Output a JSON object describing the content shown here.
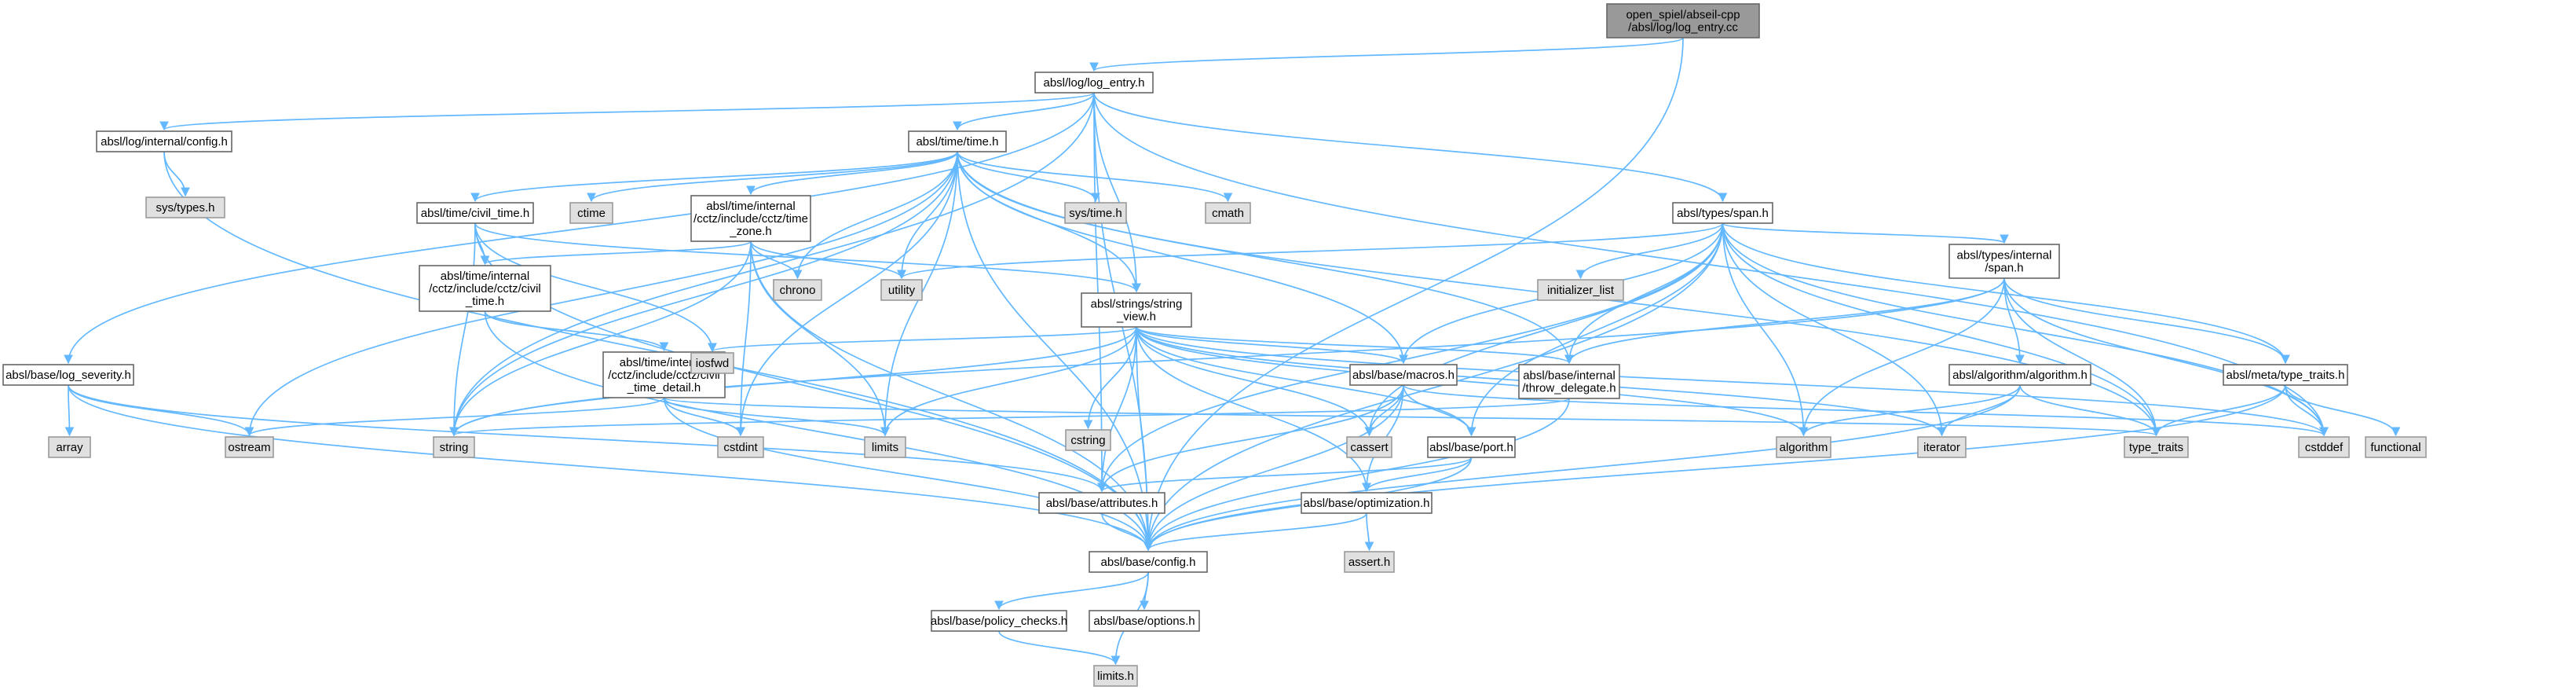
{
  "colors": {
    "edge": "#63b8ff",
    "node_fill": "#ffffff",
    "node_stroke": "#666666",
    "external_fill": "#e0e0e0",
    "external_stroke": "#999999",
    "root_fill": "#999999",
    "root_stroke": "#666666"
  },
  "nodes": [
    {
      "id": "root",
      "lines": [
        "open_spiel/abseil-cpp",
        "/absl/log/log_entry.cc"
      ],
      "kind": "root"
    },
    {
      "id": "log_entry",
      "lines": [
        "absl/log/log_entry.h"
      ],
      "kind": "file"
    },
    {
      "id": "config_internal",
      "lines": [
        "absl/log/internal/config.h"
      ],
      "kind": "file"
    },
    {
      "id": "time_h",
      "lines": [
        "absl/time/time.h"
      ],
      "kind": "file"
    },
    {
      "id": "span",
      "lines": [
        "absl/types/span.h"
      ],
      "kind": "file"
    },
    {
      "id": "sys_types",
      "lines": [
        "sys/types.h"
      ],
      "kind": "external"
    },
    {
      "id": "civil_time",
      "lines": [
        "absl/time/civil_time.h"
      ],
      "kind": "file"
    },
    {
      "id": "ctime",
      "lines": [
        "ctime"
      ],
      "kind": "external"
    },
    {
      "id": "time_zone",
      "lines": [
        "absl/time/internal",
        "/cctz/include/cctz/time",
        "_zone.h"
      ],
      "kind": "file"
    },
    {
      "id": "sys_time",
      "lines": [
        "sys/time.h"
      ],
      "kind": "external"
    },
    {
      "id": "cmath",
      "lines": [
        "cmath"
      ],
      "kind": "external"
    },
    {
      "id": "chrono",
      "lines": [
        "chrono"
      ],
      "kind": "external"
    },
    {
      "id": "utility",
      "lines": [
        "utility"
      ],
      "kind": "external"
    },
    {
      "id": "initializer_list",
      "lines": [
        "initializer_list"
      ],
      "kind": "external"
    },
    {
      "id": "cctz_civil_time",
      "lines": [
        "absl/time/internal",
        "/cctz/include/cctz/civil",
        "_time.h"
      ],
      "kind": "file"
    },
    {
      "id": "string_view",
      "lines": [
        "absl/strings/string",
        "_view.h"
      ],
      "kind": "file"
    },
    {
      "id": "types_internal_span",
      "lines": [
        "absl/types/internal",
        "/span.h"
      ],
      "kind": "file"
    },
    {
      "id": "civil_time_detail",
      "lines": [
        "absl/time/internal",
        "/cctz/include/cctz/civil",
        "_time_detail.h"
      ],
      "kind": "file"
    },
    {
      "id": "iosfwd",
      "lines": [
        "iosfwd"
      ],
      "kind": "external"
    },
    {
      "id": "log_severity",
      "lines": [
        "absl/base/log_severity.h"
      ],
      "kind": "file"
    },
    {
      "id": "cstring",
      "lines": [
        "cstring"
      ],
      "kind": "external"
    },
    {
      "id": "macros",
      "lines": [
        "absl/base/macros.h"
      ],
      "kind": "file"
    },
    {
      "id": "throw_delegate",
      "lines": [
        "absl/base/internal",
        "/throw_delegate.h"
      ],
      "kind": "file"
    },
    {
      "id": "algorithm_h",
      "lines": [
        "absl/algorithm/algorithm.h"
      ],
      "kind": "file"
    },
    {
      "id": "type_traits_h",
      "lines": [
        "absl/meta/type_traits.h"
      ],
      "kind": "file"
    },
    {
      "id": "array",
      "lines": [
        "array"
      ],
      "kind": "external"
    },
    {
      "id": "ostream",
      "lines": [
        "ostream"
      ],
      "kind": "external"
    },
    {
      "id": "string",
      "lines": [
        "string"
      ],
      "kind": "external"
    },
    {
      "id": "cstdint",
      "lines": [
        "cstdint"
      ],
      "kind": "external"
    },
    {
      "id": "limits",
      "lines": [
        "limits"
      ],
      "kind": "external"
    },
    {
      "id": "cassert",
      "lines": [
        "cassert"
      ],
      "kind": "external"
    },
    {
      "id": "port",
      "lines": [
        "absl/base/port.h"
      ],
      "kind": "file"
    },
    {
      "id": "algorithm",
      "lines": [
        "algorithm"
      ],
      "kind": "external"
    },
    {
      "id": "iterator",
      "lines": [
        "iterator"
      ],
      "kind": "external"
    },
    {
      "id": "type_traits",
      "lines": [
        "type_traits"
      ],
      "kind": "external"
    },
    {
      "id": "cstddef",
      "lines": [
        "cstddef"
      ],
      "kind": "external"
    },
    {
      "id": "functional",
      "lines": [
        "functional"
      ],
      "kind": "external"
    },
    {
      "id": "attributes",
      "lines": [
        "absl/base/attributes.h"
      ],
      "kind": "file"
    },
    {
      "id": "optimization",
      "lines": [
        "absl/base/optimization.h"
      ],
      "kind": "file"
    },
    {
      "id": "config",
      "lines": [
        "absl/base/config.h"
      ],
      "kind": "file"
    },
    {
      "id": "assert_h",
      "lines": [
        "assert.h"
      ],
      "kind": "external"
    },
    {
      "id": "policy_checks",
      "lines": [
        "absl/base/policy_checks.h"
      ],
      "kind": "file"
    },
    {
      "id": "options",
      "lines": [
        "absl/base/options.h"
      ],
      "kind": "file"
    },
    {
      "id": "limits_h",
      "lines": [
        "limits.h"
      ],
      "kind": "external"
    }
  ],
  "edges": [
    [
      "root",
      "log_entry"
    ],
    [
      "root",
      "config"
    ],
    [
      "log_entry",
      "config_internal"
    ],
    [
      "log_entry",
      "time_h"
    ],
    [
      "log_entry",
      "span"
    ],
    [
      "log_entry",
      "log_severity"
    ],
    [
      "log_entry",
      "string_view"
    ],
    [
      "log_entry",
      "string"
    ],
    [
      "log_entry",
      "attributes"
    ],
    [
      "log_entry",
      "config"
    ],
    [
      "log_entry",
      "cstddef"
    ],
    [
      "config_internal",
      "sys_types"
    ],
    [
      "config_internal",
      "config"
    ],
    [
      "time_h",
      "civil_time"
    ],
    [
      "time_h",
      "ctime"
    ],
    [
      "time_h",
      "time_zone"
    ],
    [
      "time_h",
      "sys_time"
    ],
    [
      "time_h",
      "cmath"
    ],
    [
      "time_h",
      "chrono"
    ],
    [
      "time_h",
      "utility"
    ],
    [
      "time_h",
      "string_view"
    ],
    [
      "time_h",
      "macros"
    ],
    [
      "time_h",
      "throw_delegate"
    ],
    [
      "time_h",
      "ostream"
    ],
    [
      "time_h",
      "string"
    ],
    [
      "time_h",
      "cstdint"
    ],
    [
      "time_h",
      "limits"
    ],
    [
      "time_h",
      "type_traits"
    ],
    [
      "time_h",
      "config"
    ],
    [
      "civil_time",
      "cctz_civil_time"
    ],
    [
      "civil_time",
      "string_view"
    ],
    [
      "civil_time",
      "iosfwd"
    ],
    [
      "civil_time",
      "string"
    ],
    [
      "civil_time",
      "config"
    ],
    [
      "time_zone",
      "cctz_civil_time"
    ],
    [
      "time_zone",
      "chrono"
    ],
    [
      "time_zone",
      "utility"
    ],
    [
      "time_zone",
      "string"
    ],
    [
      "time_zone",
      "cstdint"
    ],
    [
      "time_zone",
      "limits"
    ],
    [
      "time_zone",
      "config"
    ],
    [
      "cctz_civil_time",
      "civil_time_detail"
    ],
    [
      "cctz_civil_time",
      "config"
    ],
    [
      "civil_time_detail",
      "ostream"
    ],
    [
      "civil_time_detail",
      "cstdint"
    ],
    [
      "civil_time_detail",
      "limits"
    ],
    [
      "civil_time_detail",
      "type_traits"
    ],
    [
      "civil_time_detail",
      "config"
    ],
    [
      "string_view",
      "iosfwd"
    ],
    [
      "string_view",
      "cstring"
    ],
    [
      "string_view",
      "macros"
    ],
    [
      "string_view",
      "throw_delegate"
    ],
    [
      "string_view",
      "string"
    ],
    [
      "string_view",
      "limits"
    ],
    [
      "string_view",
      "cassert"
    ],
    [
      "string_view",
      "port"
    ],
    [
      "string_view",
      "algorithm"
    ],
    [
      "string_view",
      "iterator"
    ],
    [
      "string_view",
      "cstddef"
    ],
    [
      "string_view",
      "attributes"
    ],
    [
      "string_view",
      "optimization"
    ],
    [
      "string_view",
      "config"
    ],
    [
      "span",
      "utility"
    ],
    [
      "span",
      "initializer_list"
    ],
    [
      "span",
      "types_internal_span"
    ],
    [
      "span",
      "macros"
    ],
    [
      "span",
      "throw_delegate"
    ],
    [
      "span",
      "type_traits_h"
    ],
    [
      "span",
      "cassert"
    ],
    [
      "span",
      "port"
    ],
    [
      "span",
      "algorithm"
    ],
    [
      "span",
      "iterator"
    ],
    [
      "span",
      "type_traits"
    ],
    [
      "span",
      "cstddef"
    ],
    [
      "span",
      "attributes"
    ],
    [
      "span",
      "config"
    ],
    [
      "types_internal_span",
      "algorithm_h"
    ],
    [
      "types_internal_span",
      "type_traits_h"
    ],
    [
      "types_internal_span",
      "throw_delegate"
    ],
    [
      "types_internal_span",
      "string"
    ],
    [
      "types_internal_span",
      "algorithm"
    ],
    [
      "types_internal_span",
      "type_traits"
    ],
    [
      "types_internal_span",
      "cstddef"
    ],
    [
      "log_severity",
      "array"
    ],
    [
      "log_severity",
      "ostream"
    ],
    [
      "log_severity",
      "attributes"
    ],
    [
      "log_severity",
      "config"
    ],
    [
      "macros",
      "cassert"
    ],
    [
      "macros",
      "cstddef"
    ],
    [
      "macros",
      "attributes"
    ],
    [
      "macros",
      "port"
    ],
    [
      "macros",
      "optimization"
    ],
    [
      "macros",
      "config"
    ],
    [
      "throw_delegate",
      "string"
    ],
    [
      "throw_delegate",
      "config"
    ],
    [
      "algorithm_h",
      "algorithm"
    ],
    [
      "algorithm_h",
      "iterator"
    ],
    [
      "algorithm_h",
      "type_traits"
    ],
    [
      "algorithm_h",
      "config"
    ],
    [
      "type_traits_h",
      "type_traits"
    ],
    [
      "type_traits_h",
      "cstddef"
    ],
    [
      "type_traits_h",
      "functional"
    ],
    [
      "type_traits_h",
      "config"
    ],
    [
      "port",
      "attributes"
    ],
    [
      "port",
      "optimization"
    ],
    [
      "port",
      "config"
    ],
    [
      "attributes",
      "config"
    ],
    [
      "optimization",
      "assert_h"
    ],
    [
      "optimization",
      "config"
    ],
    [
      "config",
      "policy_checks"
    ],
    [
      "config",
      "options"
    ],
    [
      "config",
      "limits_h"
    ],
    [
      "policy_checks",
      "limits_h"
    ]
  ]
}
